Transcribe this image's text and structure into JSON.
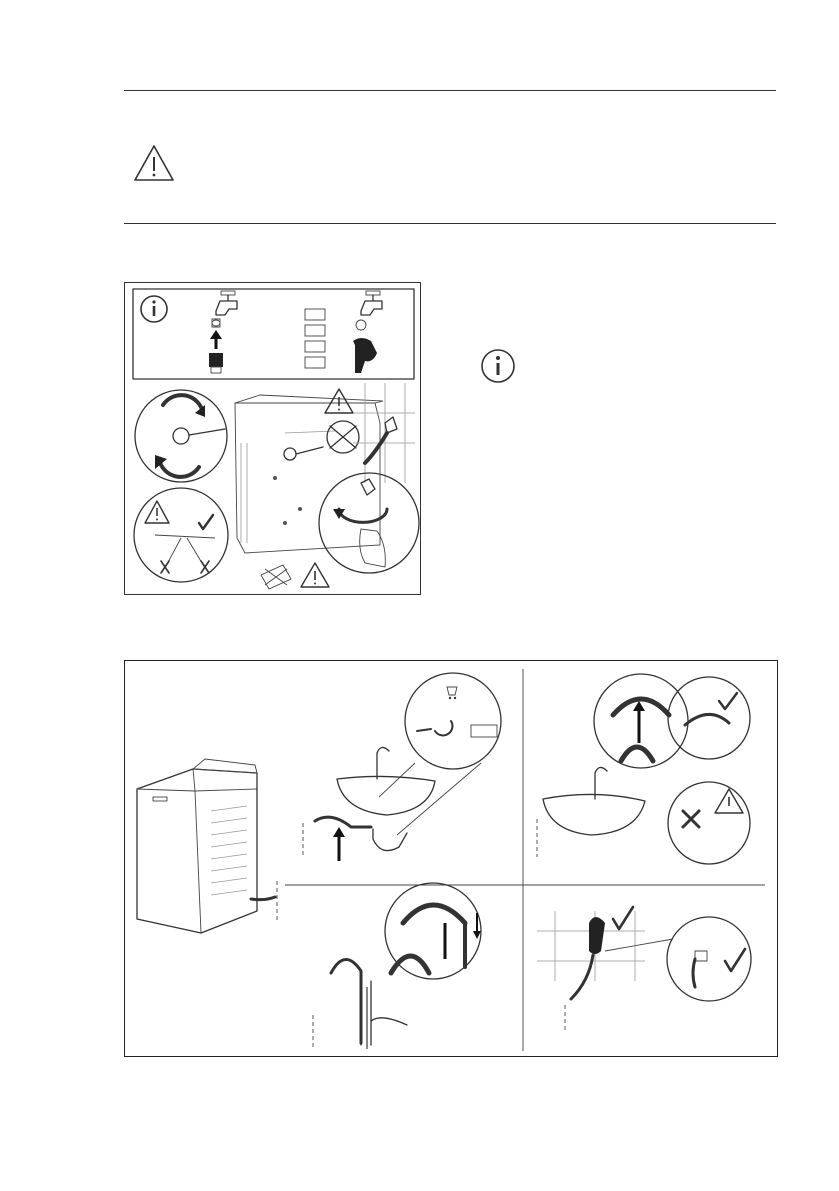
{
  "page": {
    "warning_section": {
      "icon": "warning-triangle-icon"
    },
    "figure_water_inlet": {
      "top_panel": {
        "info_icon": "info-icon",
        "checkbox_count": 4,
        "items": [
          "tap-icon",
          "hose-connector-icon",
          "arrow-up-icon"
        ]
      },
      "warnings": [
        "warning-triangle-icon",
        "warning-triangle-icon",
        "warning-triangle-icon"
      ]
    },
    "side_info": {
      "icon": "info-icon"
    },
    "figure_drain_hose": {
      "panels": [
        "washing-machine",
        "sink-trap-connection",
        "basin-edge-hook",
        "standpipe-connection",
        "wall-drain-connection"
      ],
      "marks": [
        "check-icon",
        "cross-icon",
        "warning-triangle-icon",
        "shopping-cart-icon"
      ]
    }
  }
}
